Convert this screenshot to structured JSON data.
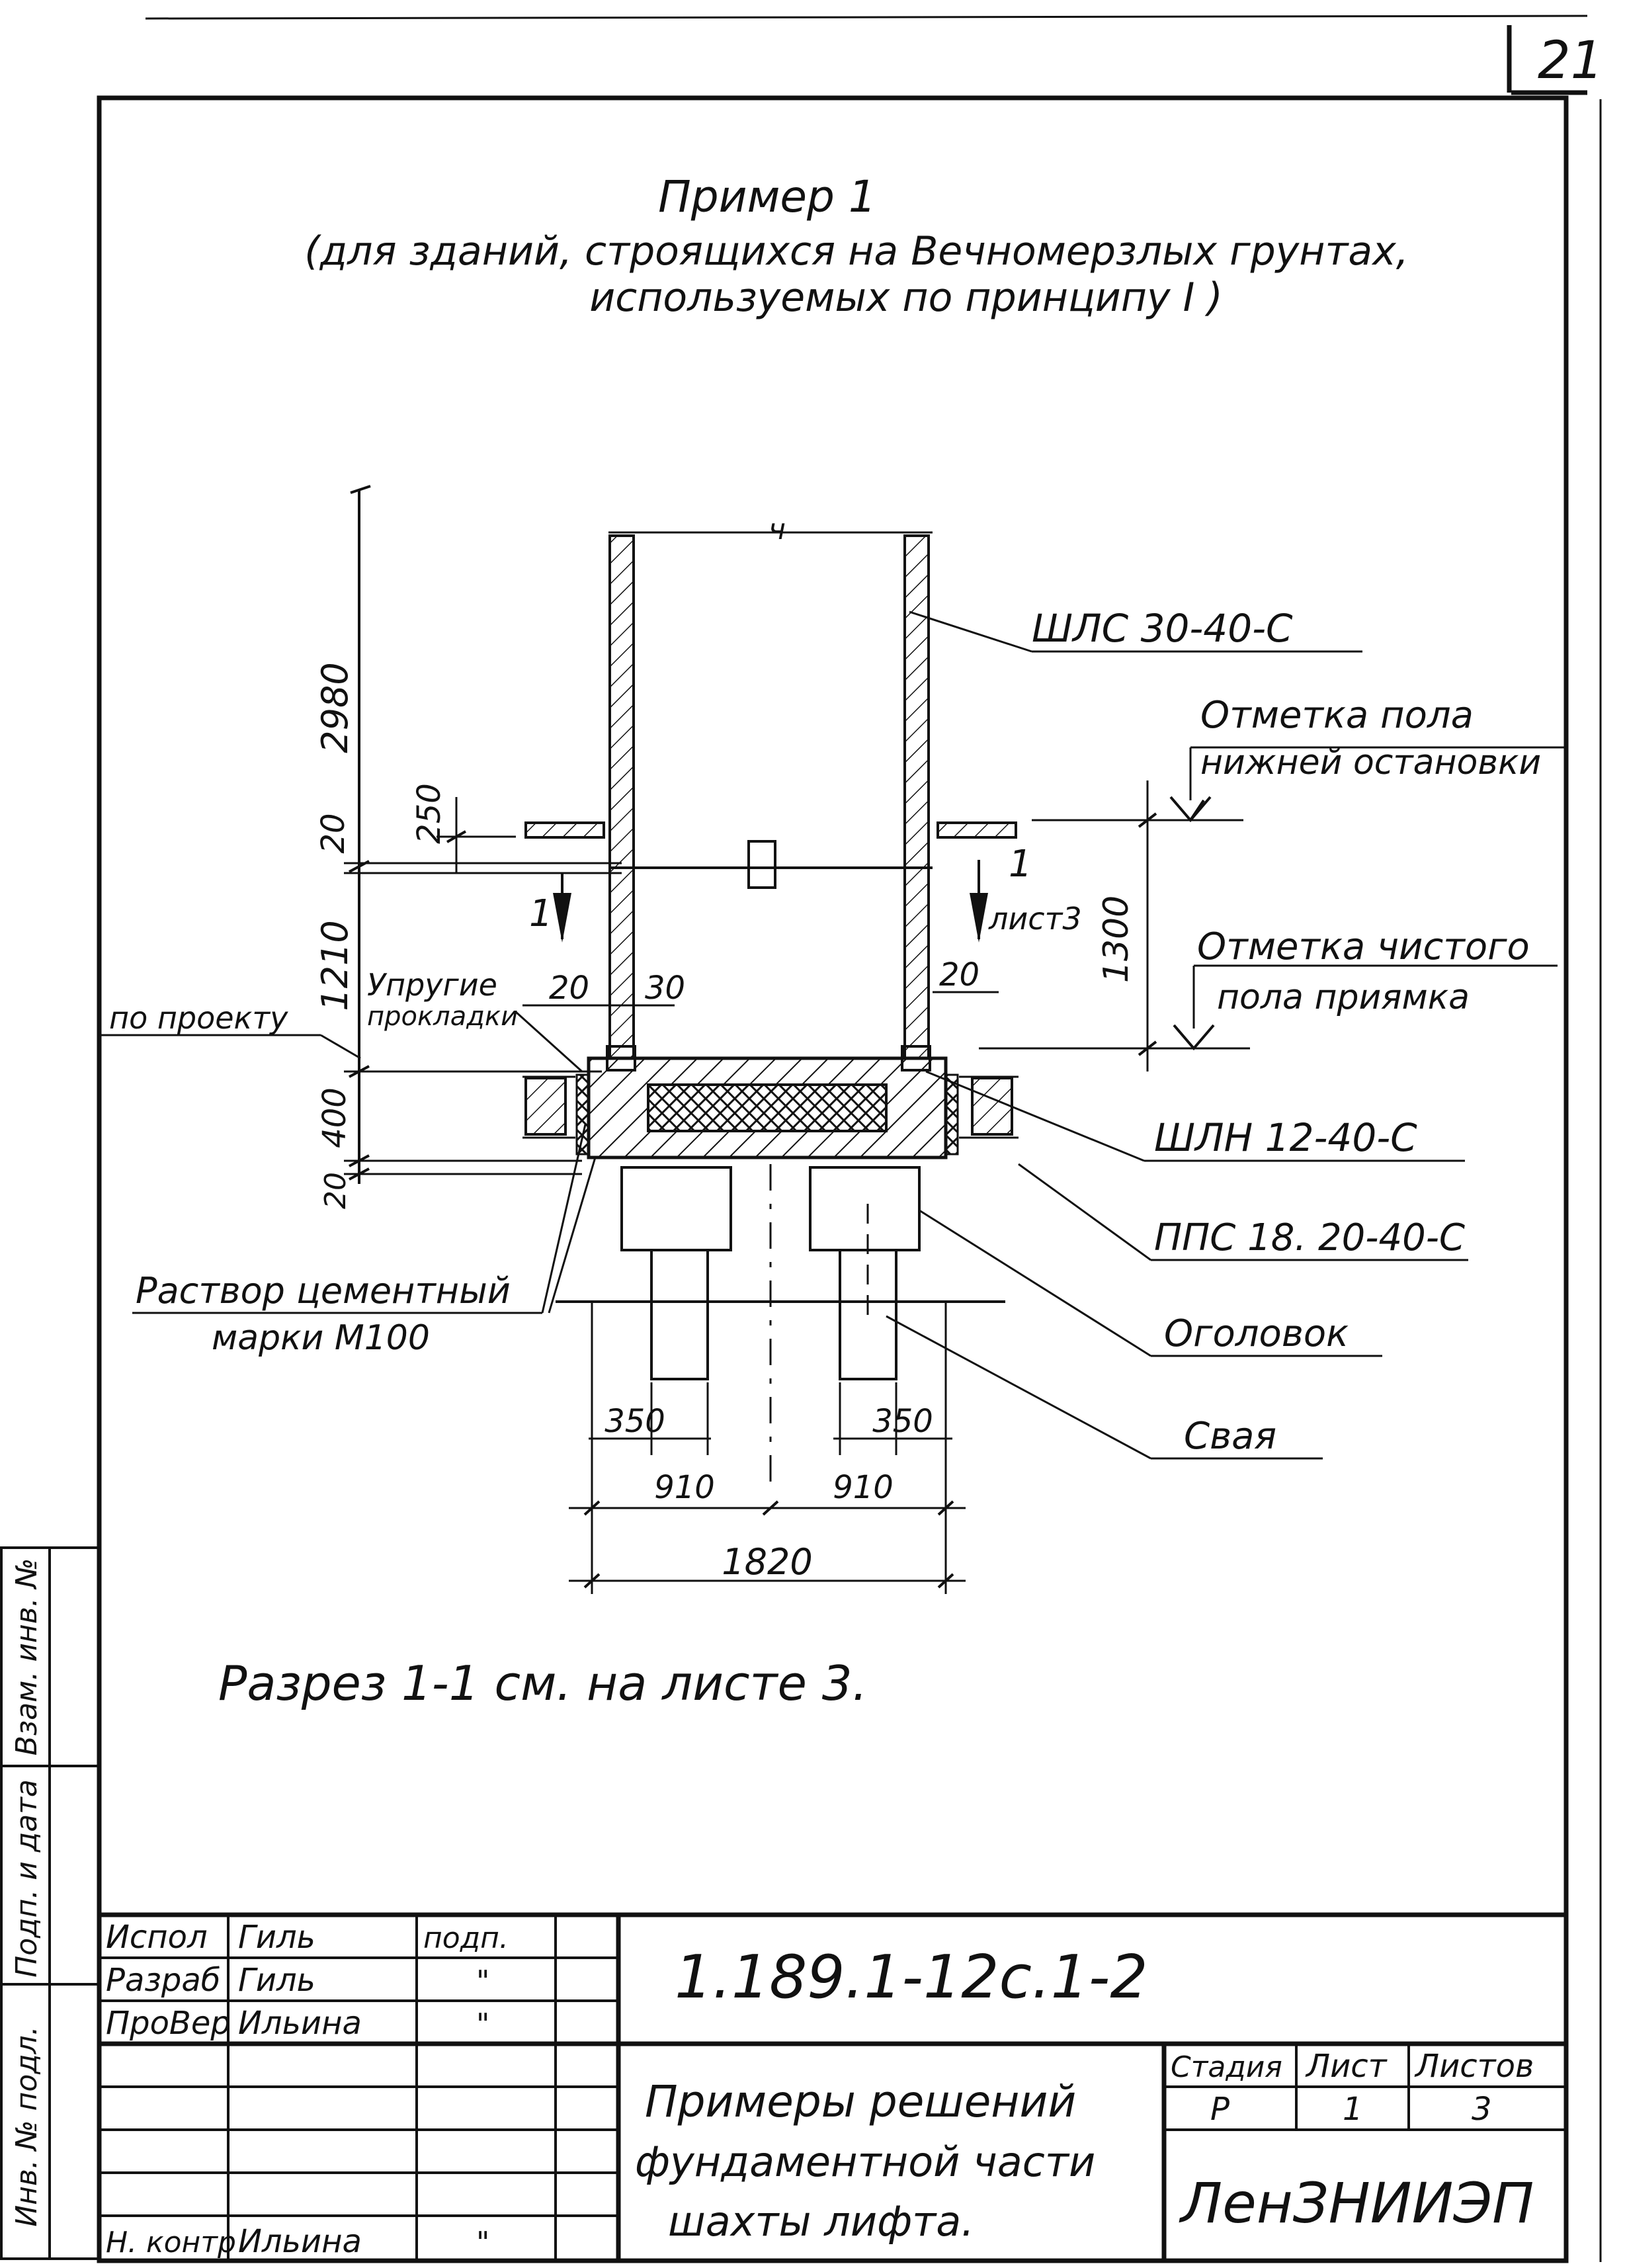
{
  "sheet_number": "21",
  "title": {
    "line1": "Пример 1",
    "line2": "(для зданий, строящихся на Вечномерзлых грунтах,",
    "line3": "используемых по принципу I )"
  },
  "labels": {
    "wall_panel": "ШЛС 30-40-С",
    "floor_stop_1": "Отметка пола",
    "floor_stop_2": "нижней остановки",
    "pit_floor_1": "Отметка чистого",
    "pit_floor_2": "пола приямка",
    "base_panel": "ШЛН 12-40-С",
    "slab": "ППС 18. 20-40-С",
    "cap": "Оголовок",
    "pile": "Свая",
    "elastic_1": "Упругие",
    "elastic_2": "прокладки",
    "by_project": "по проекту",
    "mortar_1": "Раствор цементный",
    "mortar_2": "марки М100",
    "section_mark": "1",
    "sheet_ref": "лист3",
    "axis_mark": "ч"
  },
  "dimensions": {
    "v2980": "2980",
    "v250": "250",
    "v20_top": "20",
    "v1210": "1210",
    "v400": "400",
    "v20_bot": "20",
    "v1300": "1300",
    "h20_left": "20",
    "h30": "30",
    "h20_right": "20",
    "h350_left": "350",
    "h350_right": "350",
    "h910_left": "910",
    "h910_right": "910",
    "h1820": "1820"
  },
  "note": "Разрез 1-1 см. на листе 3.",
  "side_stamp": {
    "col1": "Инв. № подл.",
    "col2": "Подп. и дата",
    "col3": "Взам. инв. №"
  },
  "title_block": {
    "rows": [
      {
        "role": "Испол",
        "name": "Гиль",
        "sign": "подп."
      },
      {
        "role": "Разраб",
        "name": "Гиль",
        "sign": "\""
      },
      {
        "role": "ПроВер",
        "name": "Ильина",
        "sign": "\""
      },
      {
        "role": "",
        "name": "",
        "sign": ""
      },
      {
        "role": "",
        "name": "",
        "sign": ""
      },
      {
        "role": "",
        "name": "",
        "sign": ""
      },
      {
        "role": "Н. контр",
        "name": "Ильина",
        "sign": "\""
      }
    ],
    "doc_code": "1.189.1-12с.1-2",
    "description_1": "Примеры решений",
    "description_2": "фундаментной части",
    "description_3": "шахты лифта.",
    "stage_header": "Стадия",
    "sheet_header": "Лист",
    "sheets_header": "Листов",
    "stage_value": "Р",
    "sheet_value": "1",
    "sheets_value": "3",
    "organization": "ЛенЗНИИЭП"
  }
}
